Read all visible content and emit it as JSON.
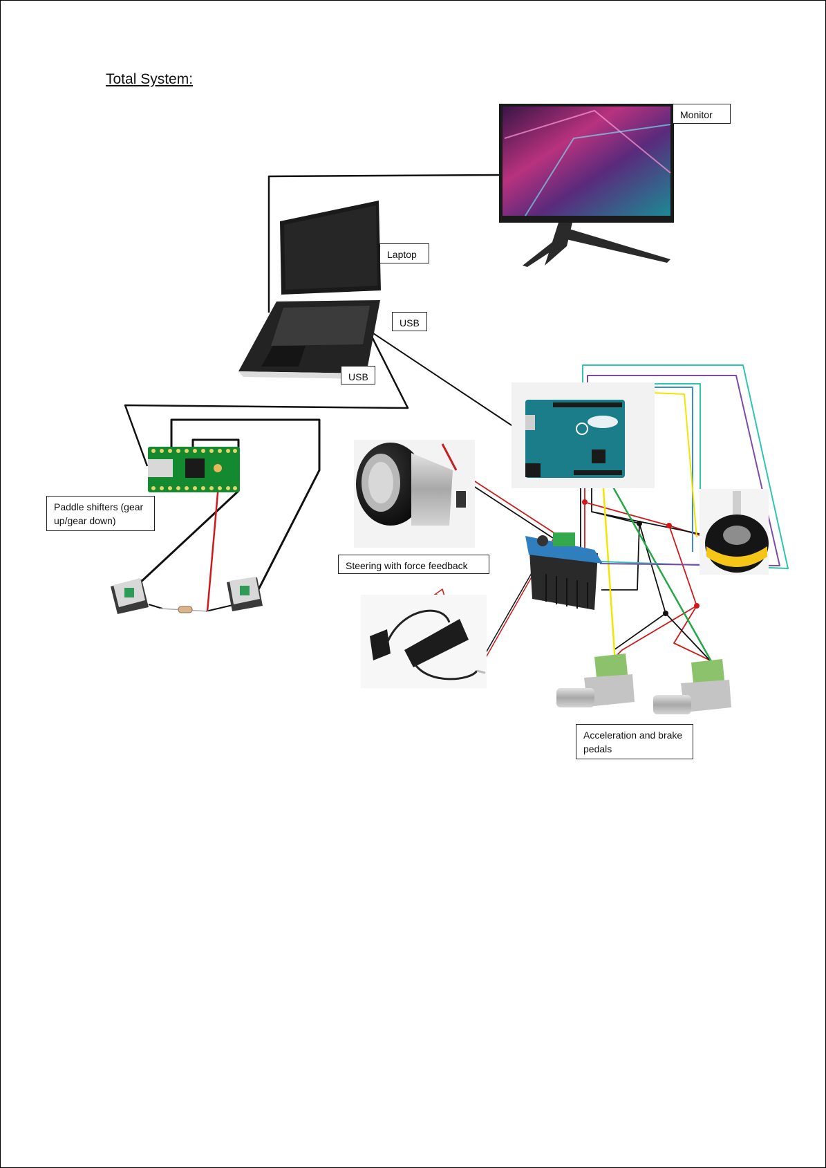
{
  "page": {
    "title": "Total System:"
  },
  "labels": {
    "monitor": "Monitor",
    "laptop": "Laptop",
    "usb_top": "USB",
    "usb_bottom": "USB",
    "paddle_shifters": "Paddle shifters (gear up/gear down)",
    "steering": "Steering with force feedback",
    "pedals": "Acceleration and brake pedals"
  },
  "components": {
    "monitor": "monitor-image",
    "laptop": "laptop-image",
    "teensy": "microcontroller-board-image",
    "arduino": "arduino-leonardo-image",
    "motor": "dc-motor-image",
    "motor_driver": "motor-driver-board-image",
    "power_adapter": "power-adapter-image",
    "encoder": "rotary-encoder-image",
    "switch_left": "key-switch-image",
    "switch_right": "key-switch-image",
    "pot_left": "potentiometer-image",
    "pot_right": "potentiometer-image"
  },
  "wire_colors": {
    "signal": "#111111",
    "power": "#d01818",
    "yellow": "#f2e600",
    "green": "#22a846",
    "teal": "#2ec4b0",
    "purple": "#7e4aa8",
    "blue": "#3a8fd0"
  }
}
